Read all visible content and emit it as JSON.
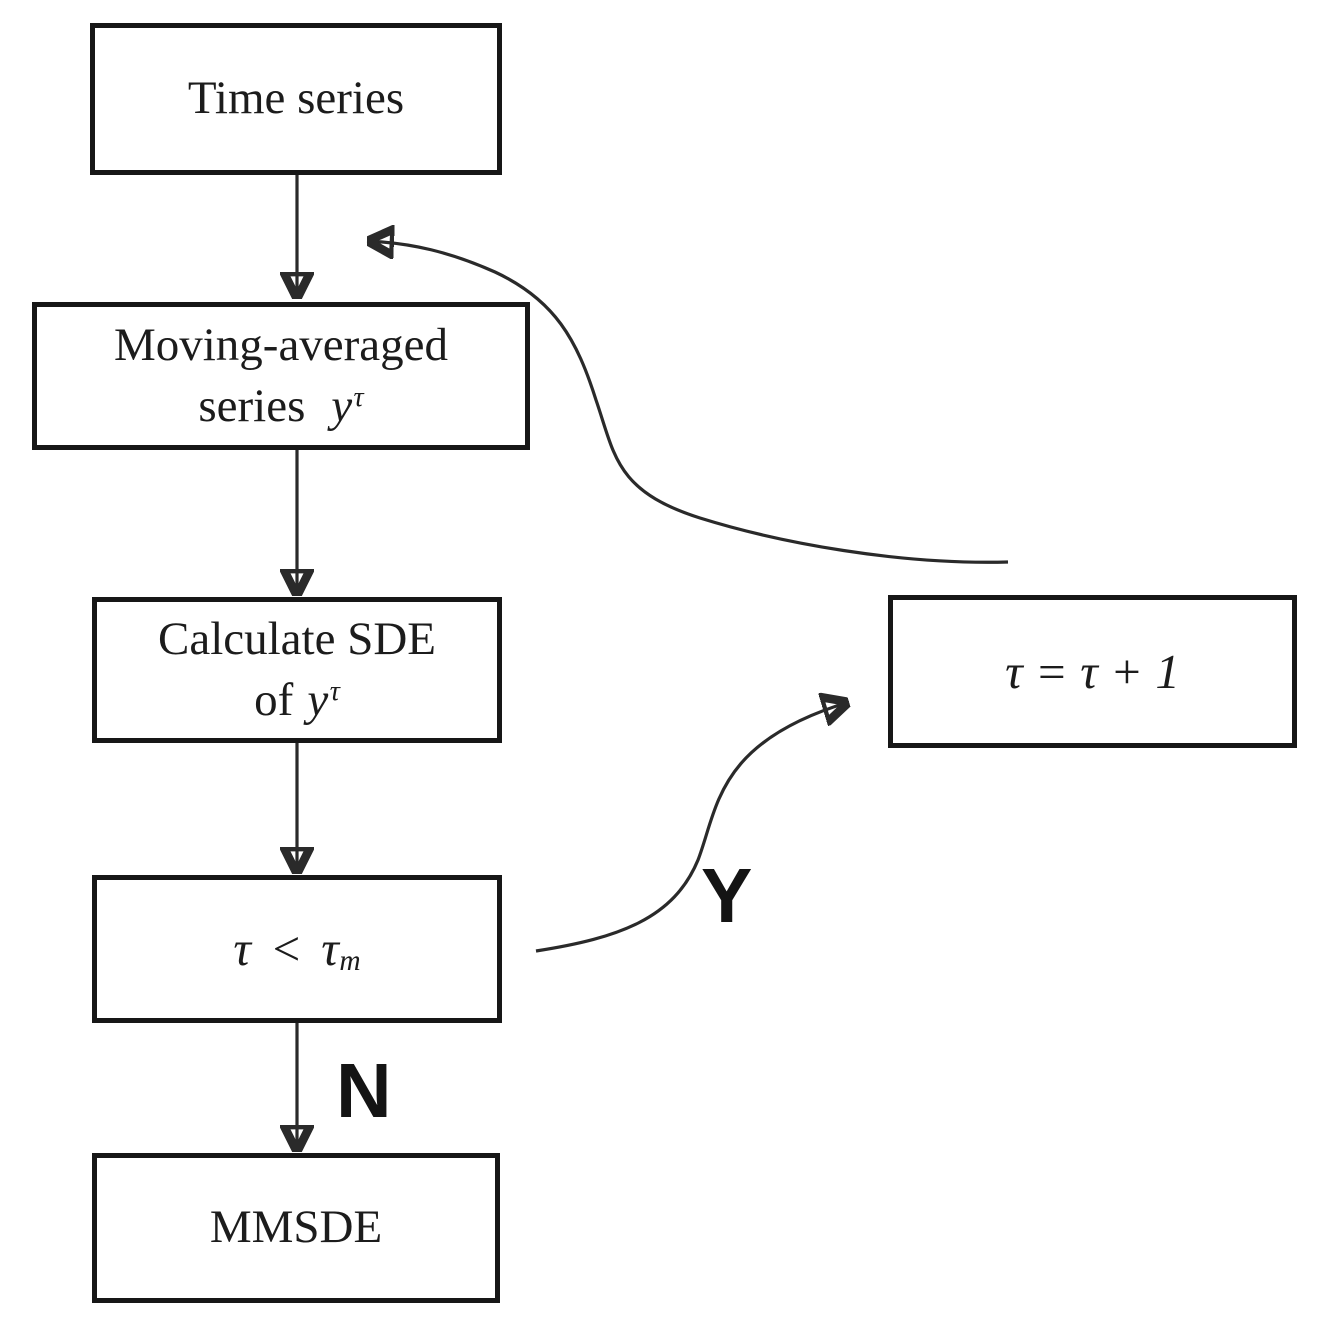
{
  "figure": {
    "type": "flowchart",
    "background_color": "#ffffff",
    "ink_color": "#1c1c1c",
    "border_color": "#171717"
  },
  "nodes": {
    "time_series": {
      "label": "Time series"
    },
    "moving_averaged": {
      "line1": "Moving-averaged",
      "line2_word": "series",
      "line2_var": "y",
      "line2_sup": "τ"
    },
    "calculate_sde": {
      "line1": "Calculate SDE",
      "line2_word": "of",
      "line2_var": "y",
      "line2_sup": "τ"
    },
    "decision": {
      "lhs": "τ",
      "operator": "<",
      "rhs": "τ",
      "rhs_sub": "m"
    },
    "mmsde": {
      "label": "MMSDE"
    },
    "increment": {
      "expression": "τ = τ + 1"
    }
  },
  "edge_labels": {
    "yes": "Y",
    "no": "N"
  }
}
